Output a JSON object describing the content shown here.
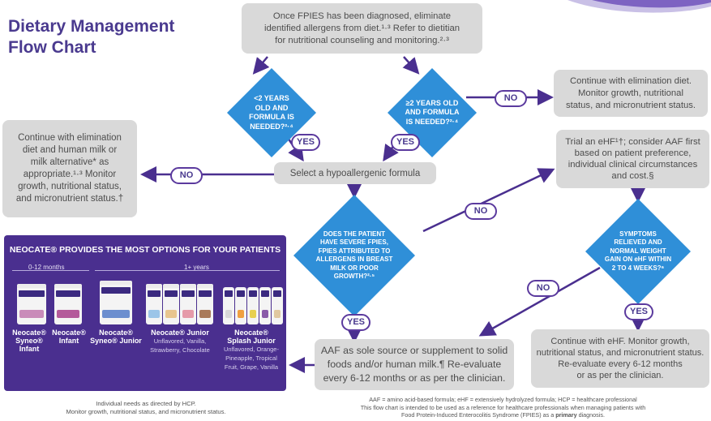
{
  "header": {
    "title_line1": "Dietary Management",
    "title_line2": "Flow Chart"
  },
  "colors": {
    "purple": "#4a2f8f",
    "blue_diamond": "#2f8fd8",
    "gray_box": "#d9d9d9",
    "title_purple": "#4a3a8f"
  },
  "nodes": {
    "start": {
      "line1": "Once FPIES has been diagnosed, eliminate",
      "line2": "identified allergens from diet.¹·³ Refer to dietitian",
      "line3": "for nutritional counseling and monitoring.²·³"
    },
    "under2": {
      "line1": "<2 YEARS",
      "line2": "OLD AND",
      "line3": "FORMULA IS",
      "line4": "NEEDED?²·⁴"
    },
    "over2": {
      "line1": "≥2 YEARS OLD",
      "line2": "AND FORMULA",
      "line3": "IS NEEDED?²·⁴"
    },
    "continue_elim": {
      "line1": "Continue with elimination diet.",
      "line2": "Monitor growth, nutritional",
      "line3": "status, and micronutrient status."
    },
    "trial_ehf": {
      "line1": "Trial an eHF¹†; consider AAF first",
      "line2": "based on patient preference,",
      "line3": "individual clinical circumstances",
      "line4": "and cost.§"
    },
    "left_box": {
      "line1": "Continue with elimination",
      "line2": "diet and human milk or",
      "line3": "milk alternative* as",
      "line4": "appropriate.¹·³ Monitor",
      "line5": "growth, nutritional status,",
      "line6": "and micronutrient status.†"
    },
    "select_formula": {
      "label": "Select a hypoallergenic formula"
    },
    "severe": {
      "line1": "DOES THE PATIENT",
      "line2": "HAVE SEVERE FPIES,",
      "line3": "FPIES ATTRIBUTED TO",
      "line4": "ALLERGENS IN BREAST",
      "line5": "MILK OR POOR",
      "line6": "GROWTH?²·⁵"
    },
    "symptoms": {
      "line1": "SYMPTOMS",
      "line2": "RELIEVED AND",
      "line3": "NORMAL WEIGHT",
      "line4": "GAIN ON eHF WITHIN",
      "line5": "2 TO 4 WEEKS?⁶"
    },
    "aaf": {
      "line1": "AAF as sole source or supplement to solid",
      "line2": "foods and/or human milk.¶ Re-evaluate",
      "line3": "every 6-12 months or as per the clinician."
    },
    "continue_ehf": {
      "line1": "Continue with eHF. Monitor growth,",
      "line2": "nutritional status, and micronutrient status.",
      "line3": "Re-evaluate every 6-12 months",
      "line4": "or as per the clinician."
    }
  },
  "labels": {
    "yes": "YES",
    "no": "NO"
  },
  "products": {
    "title": "NEOCATE® PROVIDES THE MOST OPTIONS FOR YOUR PATIENTS",
    "age_infant": "0-12 months",
    "age_older": "1+ years",
    "items": [
      {
        "name": "Neocate®",
        "name2": "Syneo®",
        "name3": "Infant",
        "sub": ""
      },
      {
        "name": "Neocate®",
        "name2": "Infant",
        "name3": "",
        "sub": ""
      },
      {
        "name": "Neocate®",
        "name2": "Syneo® Junior",
        "name3": "",
        "sub": ""
      },
      {
        "name": "Neocate® Junior",
        "name2": "",
        "name3": "",
        "sub": "Unflavored, Vanilla, Strawberry, Chocolate"
      },
      {
        "name": "Neocate®",
        "name2": "Splash Junior",
        "name3": "",
        "sub": "Unflavored, Orange-Pineapple, Tropical Fruit, Grape, Vanilla"
      }
    ]
  },
  "footer": {
    "left_line1": "Individual needs as directed by HCP.",
    "left_line2": "Monitor growth, nutritional status, and micronutrient status.",
    "right_line1": "AAF = amino acid-based formula; eHF = extensively hydrolyzed formula; HCP = healthcare professional",
    "right_line2": "This flow chart is intended to be used as a reference for healthcare professionals when managing patients with",
    "right_line3_pre": "Food Protein-Induced Enterocolitis Syndrome (FPIES) as a",
    "right_line3_bold": "primary",
    "right_line3_post": "diagnosis."
  }
}
